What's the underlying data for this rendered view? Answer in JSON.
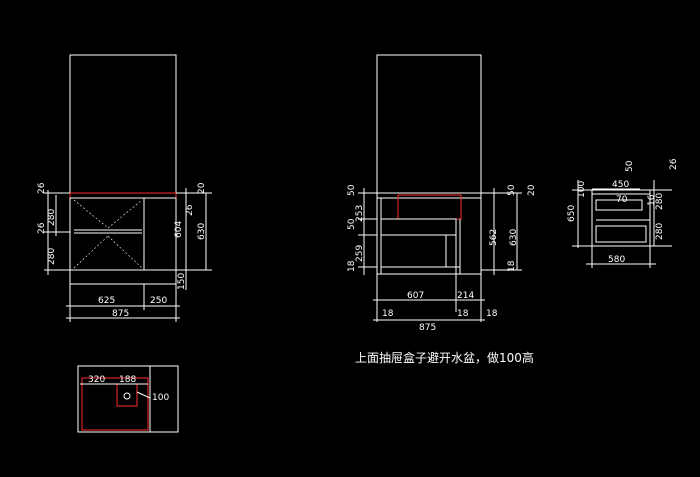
{
  "colors": {
    "background": "#000000",
    "line": "#ffffff",
    "highlight": "#ff2a2a"
  },
  "view1": {
    "dims": {
      "d26a": "26",
      "d280a": "280",
      "d26b": "26",
      "d280b": "280",
      "d20": "20",
      "d26r": "26",
      "d604": "604",
      "d630": "630",
      "d150": "150",
      "w625": "625",
      "w250": "250",
      "w875": "875"
    }
  },
  "view2": {
    "dims": {
      "d50a": "50",
      "d253": "253",
      "d50b": "50",
      "d259": "259",
      "d18l": "18",
      "d50r": "50",
      "d20r": "20",
      "d562": "562",
      "d630": "630",
      "d18r": "18",
      "w607": "607",
      "w214": "214",
      "w18a": "18",
      "w18b": "18",
      "w18c": "18",
      "w875": "875"
    }
  },
  "view3": {
    "dims": {
      "d50": "50",
      "d100": "100",
      "d650": "650",
      "d16": "16",
      "d280a": "280",
      "d26": "26",
      "d280b": "280",
      "w450": "450",
      "w70": "70",
      "w580": "580"
    }
  },
  "plan": {
    "dims": {
      "w320": "320",
      "w188": "188",
      "d100": "100"
    }
  },
  "note": "上面抽屉盒子避开水盆，做100高"
}
